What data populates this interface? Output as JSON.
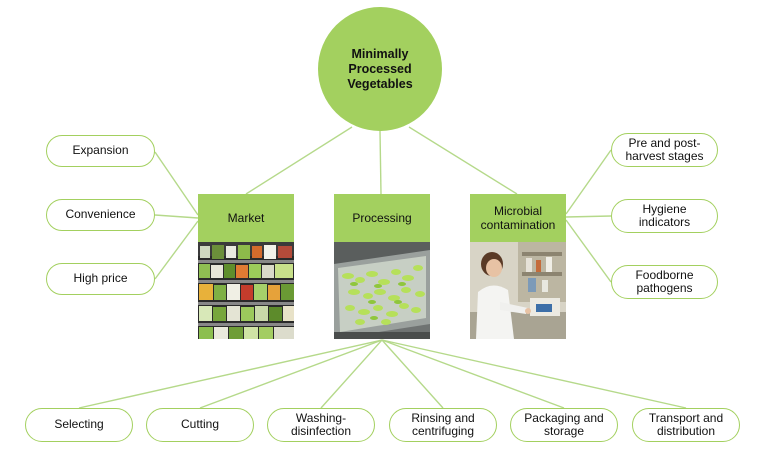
{
  "title": "Minimally\nProcessed\nVegetables",
  "categories": [
    {
      "id": "market",
      "label": "Market"
    },
    {
      "id": "processing",
      "label": "Processing"
    },
    {
      "id": "microbial",
      "label": "Microbial\ncontamination"
    }
  ],
  "market_items": [
    "Expansion",
    "Convenience",
    "High price"
  ],
  "microbial_items": [
    "Pre and post-\nharvest stages",
    "Hygiene\nindicators",
    "Foodborne\npathogens"
  ],
  "processing_steps": [
    "Selecting",
    "Cutting",
    "Washing-\ndisinfection",
    "Rinsing and\ncentrifuging",
    "Packaging and\nstorage",
    "Transport and\ndistribution"
  ],
  "colors": {
    "accent": "#a3d05f",
    "text": "#111111",
    "background": "#ffffff"
  },
  "icons": [
    "supermarket-shelf-photo",
    "processing-line-photo",
    "laboratory-photo"
  ]
}
